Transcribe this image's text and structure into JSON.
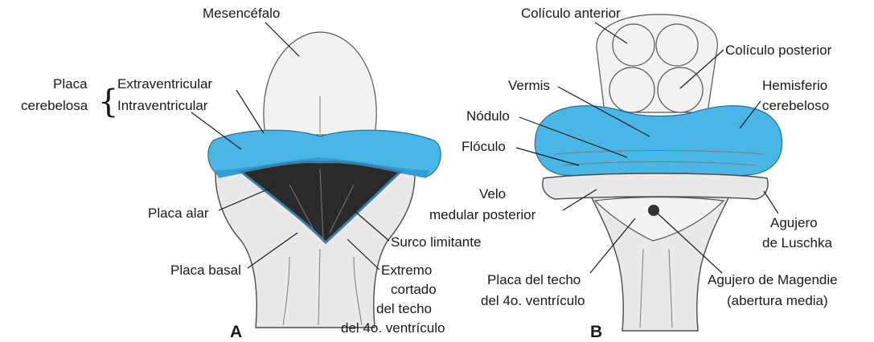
{
  "colors": {
    "cerebellum": "#49b6e6",
    "tissue": "#e9e9e9",
    "outline": "#4a4a4a",
    "dark_cavity": "#2a2a2a"
  },
  "panels": {
    "a": {
      "letter": "A",
      "labels": {
        "mesencefalo": "Mesencéfalo",
        "placa": "Placa",
        "cerebelosa": "cerebelosa",
        "extraventricular": "Extraventricular",
        "intraventricular": "Intraventricular",
        "placa_alar": "Placa alar",
        "surco_limitante": "Surco limitante",
        "placa_basal": "Placa basal",
        "extremo_1": "Extremo",
        "extremo_2": "cortado",
        "extremo_3": "del techo",
        "extremo_4": "del 4o. ventrículo"
      }
    },
    "b": {
      "letter": "B",
      "labels": {
        "coliculo_anterior": "Colículo anterior",
        "coliculo_posterior": "Colículo posterior",
        "vermis": "Vermis",
        "hemisferio_1": "Hemisferio",
        "hemisferio_2": "cerebeloso",
        "nodulo": "Nódulo",
        "floculo": "Flóculo",
        "velo_1": "Velo",
        "velo_2": "medular posterior",
        "agujero_luschka_1": "Agujero",
        "agujero_luschka_2": "de Luschka",
        "placa_techo_1": "Placa del techo",
        "placa_techo_2": "del 4o. ventrículo",
        "magendie_1": "Agujero de Magendie",
        "magendie_2": "(abertura media)"
      }
    }
  }
}
